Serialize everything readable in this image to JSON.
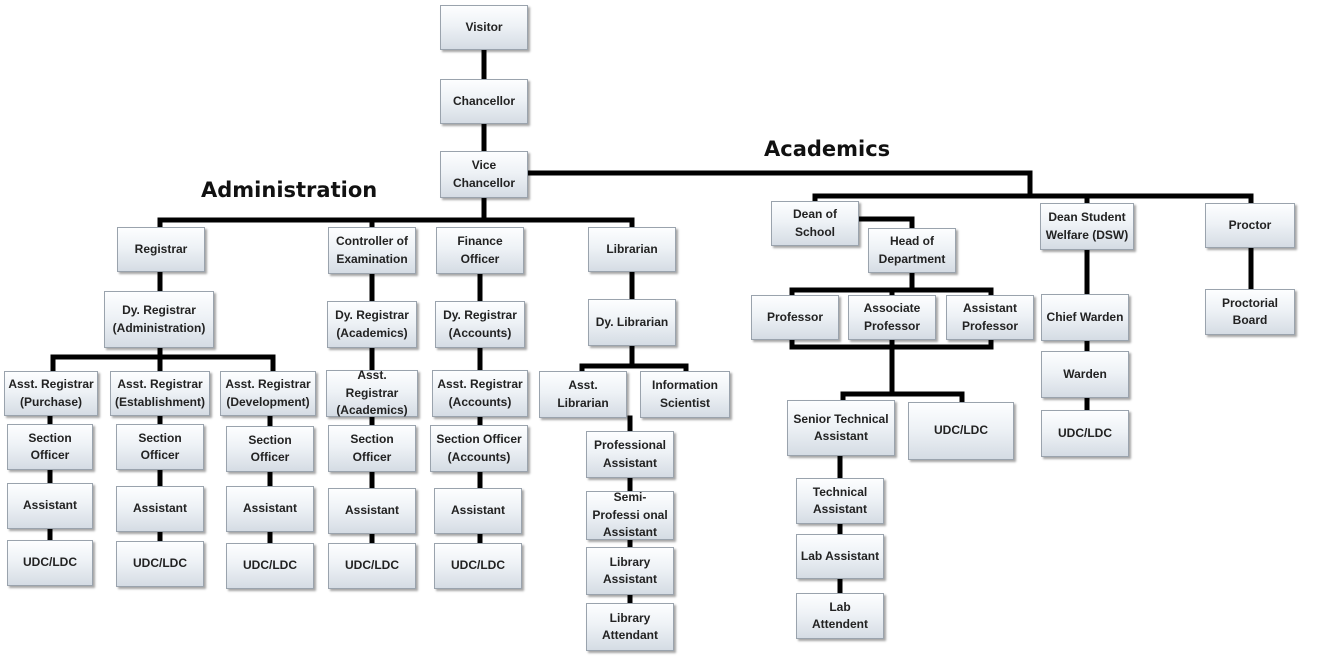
{
  "headings": {
    "administration": "Administration",
    "academics": "Academics"
  },
  "nodes": {
    "visitor": "Visitor",
    "chancellor": "Chancellor",
    "vice_chancellor": "Vice Chancellor",
    "registrar": "Registrar",
    "dy_registrar_admin": "Dy. Registrar (Administration)",
    "asst_registrar_purchase": "Asst. Registrar (Purchase)",
    "asst_registrar_establishment": "Asst. Registrar (Establishment)",
    "asst_registrar_development": "Asst. Registrar (Development)",
    "section_officer": "Section Officer",
    "assistant": "Assistant",
    "udc_ldc": "UDC/LDC",
    "controller_of_examination": "Controller of Examination",
    "dy_registrar_academics": "Dy. Registrar (Academics)",
    "asst_registrar_academics": "Asst. Registrar (Academics)",
    "finance_officer": "Finance Officer",
    "dy_registrar_accounts": "Dy. Registrar (Accounts)",
    "asst_registrar_accounts": "Asst. Registrar (Accounts)",
    "section_officer_accounts": "Section Officer (Accounts)",
    "librarian": "Librarian",
    "dy_librarian": "Dy. Librarian",
    "asst_librarian": "Asst. Librarian",
    "information_scientist": "Information Scientist",
    "professional_assistant": "Professional Assistant",
    "semi_professional_assistant": "Semi-Professi onal  Assistant",
    "library_assistant": "Library Assistant",
    "library_attendant": "Library Attendant",
    "dean_of_school": "Dean of School",
    "head_of_department": "Head of Department",
    "professor": "Professor",
    "associate_professor": "Associate Professor",
    "assistant_professor": "Assistant Professor",
    "senior_technical_assistant": "Senior Technical Assistant",
    "technical_assistant": "Technical Assistant",
    "lab_assistant": "Lab Assistant",
    "lab_attendent": "Lab Attendent",
    "dean_student_welfare": "Dean Student Welfare (DSW)",
    "chief_warden": "Chief Warden",
    "warden": "Warden",
    "proctor": "Proctor",
    "proctorial_board": "Proctorial Board"
  },
  "colors": {
    "connector": "#000000",
    "box_border": "#9aa3ad",
    "box_fill_top": "#fdfeff",
    "box_fill_bottom": "#d5dce4"
  }
}
